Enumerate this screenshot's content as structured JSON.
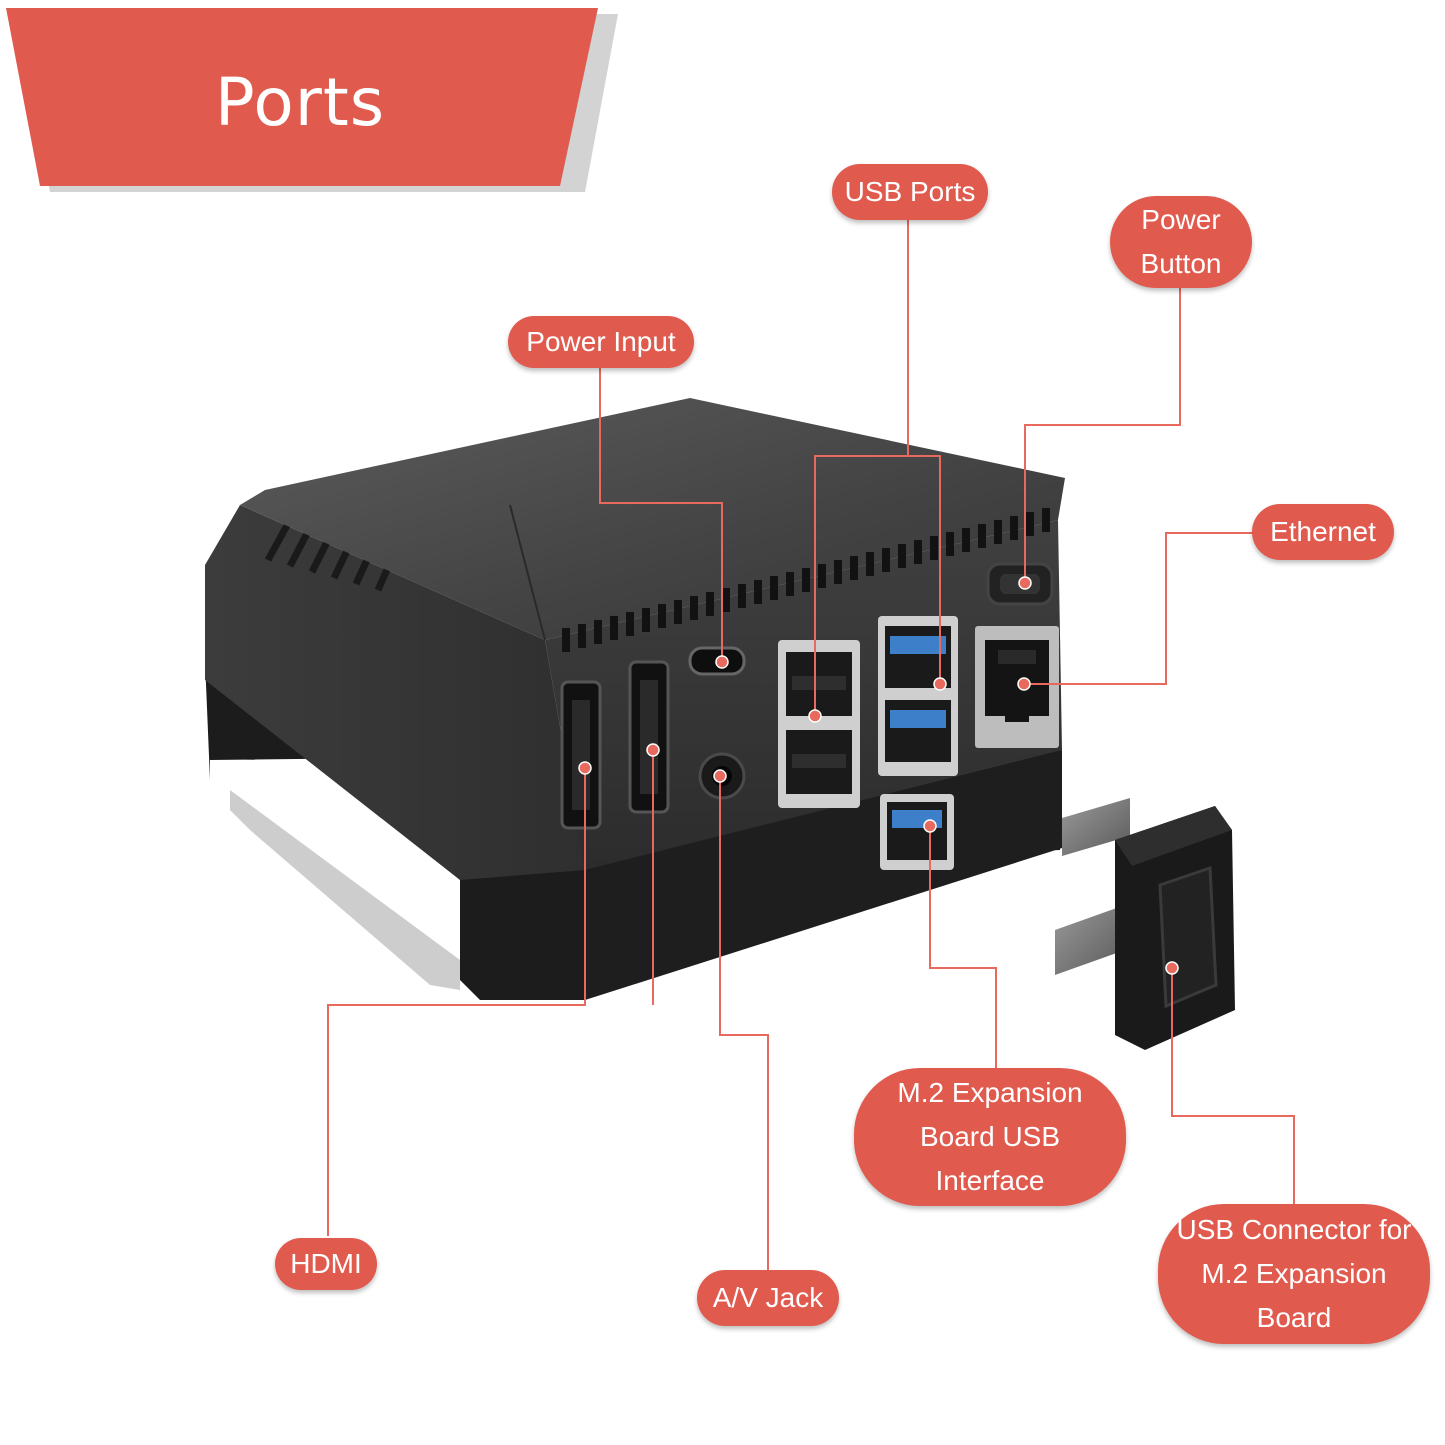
{
  "title": "Ports",
  "colors": {
    "accent": "#e05a4e",
    "leader_line": "#e86a5e",
    "case_body": "#3a3a3a",
    "usb3_blue": "#3d7fc9"
  },
  "callouts": {
    "usb_ports": "USB Ports",
    "power_button": "Power\nButton",
    "power_input": "Power Input",
    "ethernet": "Ethernet",
    "m2_usb_interface": "M.2 Expansion\nBoard USB\nInterface",
    "hdmi": "HDMI",
    "av_jack": "A/V Jack",
    "usb_connector": "USB Connector for\nM.2 Expansion\nBoard"
  }
}
